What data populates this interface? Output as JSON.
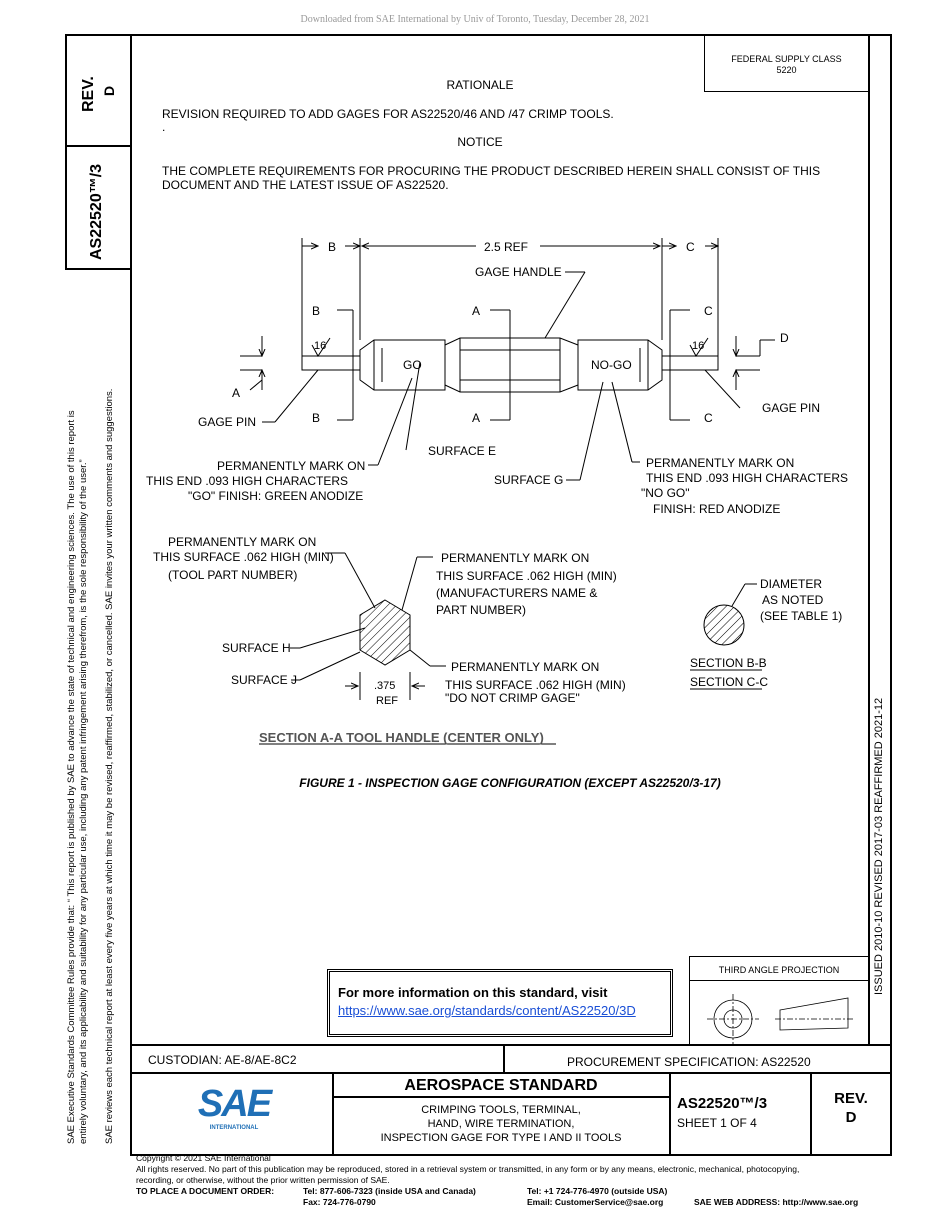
{
  "download_notice": "Downloaded from SAE International by Univ of Toronto, Tuesday, December 28, 2021",
  "left_box": {
    "rev_label": "REV.",
    "rev_value": "D",
    "doc_id": "AS22520™/3"
  },
  "left_margin": {
    "line1": "SAE Executive Standards Committee Rules provide that: “ This report is published by SAE to advance the state of technical and engineering sciences. The use of this report is",
    "line2": "entirely voluntary, and its applicability and suitability for any particular use, including any patent infringement arising therefrom, is the sole responsibility of the user.”",
    "line3": "SAE reviews each technical report at least every five years at which time it may be revised, reaffirmed, stabilized, or cancelled. SAE invites your written comments and suggestions."
  },
  "right_strip": "ISSUED 2010-10    REVISED 2017-03    REAFFIRMED 2021-12",
  "federal_supply": {
    "label": "FEDERAL SUPPLY CLASS",
    "value": "5220"
  },
  "rationale": {
    "heading": "RATIONALE",
    "text": "REVISION REQUIRED TO ADD GAGES FOR AS22520/46 AND /47 CRIMP TOOLS.",
    "dot": "."
  },
  "notice": {
    "heading": "NOTICE",
    "text1": "THE COMPLETE REQUIREMENTS FOR PROCURING THE PRODUCT DESCRIBED HEREIN SHALL CONSIST OF THIS",
    "text2": "DOCUMENT AND THE LATEST ISSUE OF AS22520."
  },
  "drawing": {
    "b": "B",
    "ref": "2.5 REF",
    "c": "C",
    "gage_handle": "GAGE HANDLE",
    "a": "A",
    "d": "D",
    "sixteen": "16",
    "go": "GO",
    "nogo": "NO-GO",
    "gage_pin": "GAGE PIN",
    "surface_e": "SURFACE E",
    "surface_g": "SURFACE G",
    "go_note1": "PERMANENTLY MARK ON",
    "go_note2": "THIS END .093 HIGH CHARACTERS",
    "go_note3": "\"GO\"  FINISH: GREEN ANODIZE",
    "nogo_note1": "PERMANENTLY MARK ON",
    "nogo_note2": "THIS END .093 HIGH CHARACTERS",
    "nogo_note3": "\"NO GO\"",
    "nogo_note4": "FINISH: RED ANODIZE",
    "pm1a": "PERMANENTLY MARK ON",
    "pm1b": "THIS SURFACE .062 HIGH (MIN)",
    "pm1c": "(TOOL PART NUMBER)",
    "pm2a": "PERMANENTLY MARK ON",
    "pm2b": "THIS SURFACE .062 HIGH (MIN)",
    "pm2c": "(MANUFACTURERS NAME &",
    "pm2d": "PART NUMBER)",
    "surface_h": "SURFACE H",
    "surface_j": "SURFACE J",
    "ref375a": ".375",
    "ref375b": "REF",
    "pm3a": "PERMANENTLY MARK ON",
    "pm3b": "THIS SURFACE .062 HIGH (MIN)",
    "pm3c": "\"DO NOT CRIMP GAGE\"",
    "dia1": "DIAMETER",
    "dia2": "AS NOTED",
    "dia3": "(SEE TABLE 1)",
    "sec_bb": "SECTION B-B",
    "sec_cc": "SECTION C-C",
    "section_aa": "SECTION A-A TOOL HANDLE  (CENTER ONLY)"
  },
  "figure_caption": "FIGURE 1 - INSPECTION GAGE CONFIGURATION (EXCEPT AS22520/3-17)",
  "info_box": {
    "text": "For more information on this standard, visit",
    "link": "https://www.sae.org/standards/content/AS22520/3D"
  },
  "projection": {
    "label": "THIRD ANGLE PROJECTION"
  },
  "title_block": {
    "custodian": "CUSTODIAN: AE-8/AE-8C2",
    "procurement": "PROCUREMENT SPECIFICATION: AS22520",
    "logo_text": "SAE",
    "logo_sub": "INTERNATIONAL",
    "std_title": "AEROSPACE STANDARD",
    "desc1": "CRIMPING TOOLS, TERMINAL,",
    "desc2": "HAND, WIRE TERMINATION,",
    "desc3": "INSPECTION GAGE FOR TYPE I AND II TOOLS",
    "doc_id": "AS22520™/3",
    "sheet": "SHEET 1 OF 4",
    "rev_label": "REV.",
    "rev_value": "D"
  },
  "footer": {
    "copyright": "Copyright © 2021 SAE International",
    "rights1": "All rights reserved. No part of this publication may be reproduced, stored in a retrieval system or transmitted, in any form or by any means, electronic, mechanical, photocopying,",
    "rights2": "recording, or otherwise, without the prior written permission of SAE.",
    "order_label": "TO PLACE A DOCUMENT ORDER:",
    "tel_usa": "Tel: 877-606-7323 (inside USA and Canada)",
    "fax": "Fax: 724-776-0790",
    "tel_out": "Tel: +1 724-776-4970 (outside USA)",
    "email": "Email: CustomerService@sae.org",
    "web": "SAE WEB ADDRESS: http://www.sae.org"
  },
  "colors": {
    "sae_blue": "#1f6fb6",
    "link": "#1a4fd6"
  }
}
